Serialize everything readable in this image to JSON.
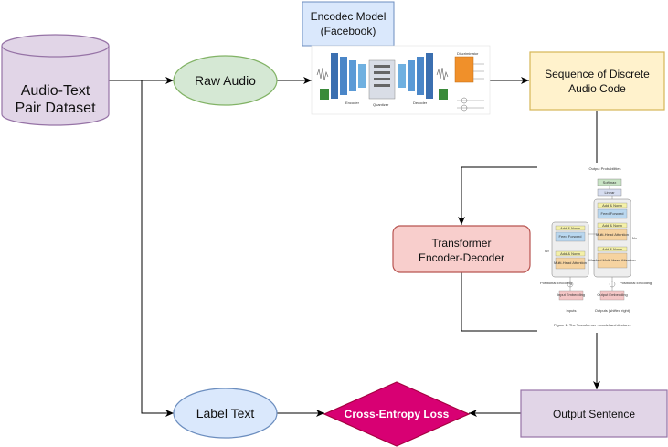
{
  "nodes": {
    "dataset": {
      "line1": "Audio-Text",
      "line2": "Pair Dataset"
    },
    "raw_audio": "Raw Audio",
    "encodec": {
      "line1": "Encodec Model",
      "line2": "(Facebook)"
    },
    "discrete_code": {
      "line1": "Sequence of Discrete",
      "line2": "Audio Code"
    },
    "transformer": {
      "line1": "Transformer",
      "line2": "Encoder-Decoder"
    },
    "label_text": "Label Text",
    "loss": "Cross-Entropy Loss",
    "output_sentence": "Output Sentence"
  },
  "encodec_figure": {
    "encoder": "Encoder",
    "quantizer": "Quantizer",
    "decoder": "Decoder",
    "discriminator": "Discriminator"
  },
  "transformer_figure": {
    "output_probabilities": "Output Probabilities",
    "softmax": "Softmax",
    "linear": "Linear",
    "add_norm": "Add & Norm",
    "feed_forward": "Feed Forward",
    "multi_head": "Multi-Head Attention",
    "masked_multi_head": "Masked Multi-Head Attention",
    "nx": "N×",
    "positional_encoding": "Positional Encoding",
    "input_embedding": "Input Embedding",
    "output_embedding": "Output Embedding",
    "inputs": "Inputs",
    "outputs": "Outputs (shifted right)",
    "caption": "Figure 1: The Transformer - model architecture."
  },
  "colors": {
    "purple_fill": "#e1d5e7",
    "purple_stroke": "#9673a6",
    "green_fill": "#d5e8d4",
    "green_stroke": "#82b366",
    "blue_fill": "#dae8fc",
    "blue_stroke": "#6c8ebf",
    "yellow_fill": "#fff2cc",
    "yellow_stroke": "#d6b656",
    "red_fill": "#f8cecc",
    "red_stroke": "#b85450",
    "loss_fill": "#d80073",
    "loss_stroke": "#a50040"
  }
}
